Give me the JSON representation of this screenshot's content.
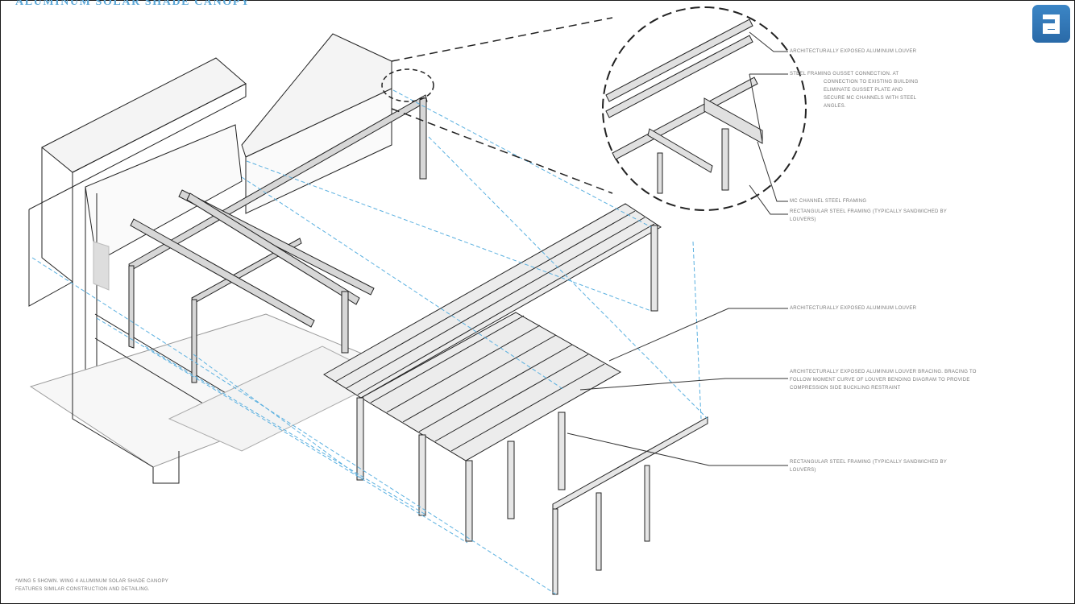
{
  "title": "ALUMINUM SOLAR SHADE CANOPY",
  "callouts": {
    "louver_detail": "ARCHITECTURALLY EXPOSED ALUMINUM LOUVER",
    "gusset": {
      "line1": "STEEL FRAMING GUSSET CONNECTION. AT",
      "line2": "CONNECTION TO EXISTING BUILDING",
      "line3": "ELIMINATE GUSSET PLATE AND",
      "line4": "SECURE MC CHANNELS WITH STEEL",
      "line5": "ANGLES."
    },
    "mc_channel": "MC CHANNEL STEEL FRAMING",
    "rect_steel_detail": {
      "line1": "RECTANGULAR STEEL FRAMING (TYPICALLY SANDWICHED BY",
      "line2": "LOUVERS)"
    },
    "louver_main": "ARCHITECTURALLY EXPOSED ALUMINUM LOUVER",
    "bracing": {
      "line1": "ARCHITECTURALLY EXPOSED ALUMINUM LOUVER BRACING. BRACING TO",
      "line2": "FOLLOW MOMENT CURVE OF LOUVER BENDING DIAGRAM TO PROVIDE",
      "line3": "COMPRESSION SIDE BUCKLING RESTRAINT"
    },
    "rect_steel_main": {
      "line1": "RECTANGULAR STEEL FRAMING (TYPICALLY SANDWICHED BY",
      "line2": "LOUVERS)"
    }
  },
  "footnote": {
    "line1": "*WING 5 SHOWN. WING 4 ALUMINUM SOLAR SHADE CANOPY",
    "line2": "FEATURES SIMILAR CONSTRUCTION AND DETAILING."
  },
  "colors": {
    "accent": "#5aa6d6",
    "logo": "#2f74b5",
    "line": "#222222",
    "projection": "#5ab0e0"
  },
  "icons": {
    "logo": "brand-logo-icon"
  }
}
